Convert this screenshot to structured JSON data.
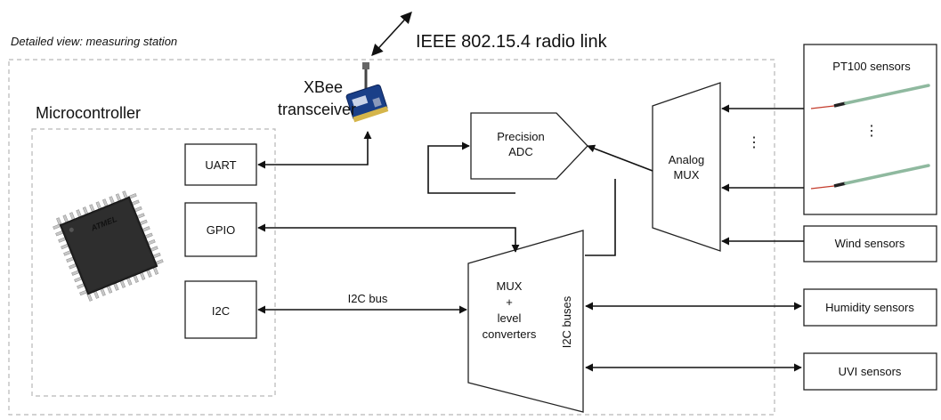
{
  "station_caption": "Detailed view: measuring station",
  "radio_link_label": "IEEE 802.15.4 radio link",
  "xbee": {
    "line1": "XBee",
    "line2": "transceiver"
  },
  "microcontroller": {
    "title": "Microcontroller",
    "chip_logo": "ATMEL",
    "ports": {
      "uart": "UART",
      "gpio": "GPIO",
      "i2c": "I2C"
    }
  },
  "i2c_bus_label": "I2C bus",
  "adc": {
    "line1": "Precision",
    "line2": "ADC"
  },
  "analog_mux": {
    "line1": "Analog",
    "line2": "MUX"
  },
  "i2c_mux": {
    "line1": "MUX",
    "line2": "+",
    "line3": "level",
    "line4": "converters"
  },
  "i2c_buses_label": "I2C buses",
  "sensors": {
    "pt100_title": "PT100 sensors",
    "wind": "Wind sensors",
    "humidity": "Humidity sensors",
    "uvi": "UVI sensors"
  },
  "ellipsis": "⋮"
}
